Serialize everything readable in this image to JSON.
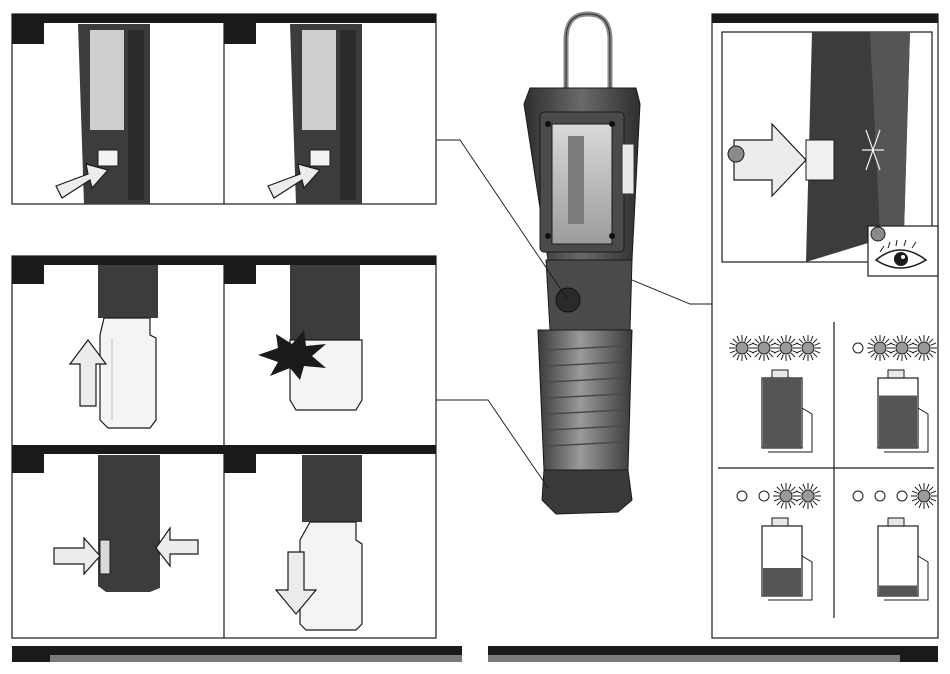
{
  "page": {
    "background": "#ffffff",
    "ink": "#1a1a1a",
    "device_dark": "#3a3a3a",
    "device_mid": "#5a5a5a",
    "device_light": "#8a8a8a",
    "battery_white": "#f4f4f4",
    "footer_gray": "#7a7a7a"
  },
  "panels": {
    "install_top": [
      {
        "step": "press-release-button",
        "icon": "arrow-right-icon"
      },
      {
        "step": "press-release-button-again",
        "icon": "arrow-right-icon"
      }
    ],
    "battery_steps": [
      {
        "step": "insert-battery",
        "icon": "arrow-up-icon"
      },
      {
        "step": "battery-click",
        "icon": "click-burst-icon"
      },
      {
        "step": "squeeze-release-tabs",
        "icon": "arrows-inward-icon"
      },
      {
        "step": "remove-battery",
        "icon": "arrow-down-icon"
      }
    ],
    "charge_check": {
      "icon": "eye-icon",
      "indicator_levels": [
        {
          "lit": 4,
          "fill": 1.0
        },
        {
          "lit": 3,
          "fill": 0.75
        },
        {
          "lit": 2,
          "fill": 0.4
        },
        {
          "lit": 1,
          "fill": 0.15
        }
      ]
    }
  }
}
